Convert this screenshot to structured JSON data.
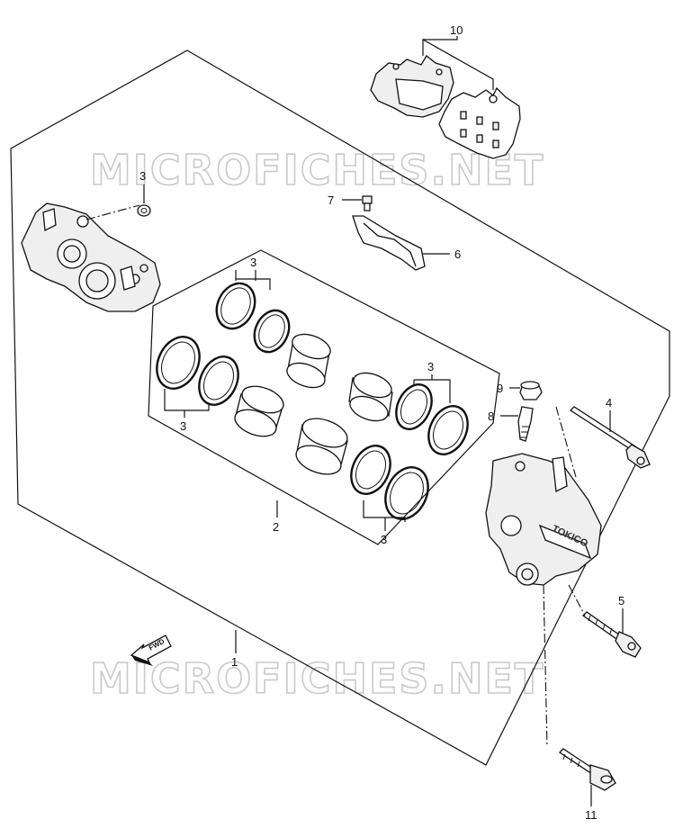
{
  "watermark": {
    "text": "MICROFICHES.NET"
  },
  "callouts": {
    "c1": "1",
    "c2": "2",
    "c3_left": "3",
    "c3_upper": "3",
    "c3_lower_left": "3",
    "c3_right": "3",
    "c3_bottom": "3",
    "c4": "4",
    "c5": "5",
    "c6": "6",
    "c7": "7",
    "c8": "8",
    "c9": "9",
    "c10": "10",
    "c11": "11"
  },
  "fwd_label": "FWD",
  "brand_text": "TOKICO"
}
